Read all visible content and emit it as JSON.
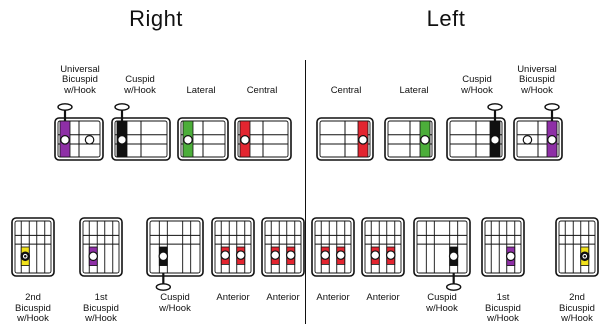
{
  "headings": {
    "right": "Right",
    "left": "Left"
  },
  "colors": {
    "purple": "#8e2fa6",
    "black": "#111111",
    "green": "#4cae3a",
    "red": "#e32530",
    "yellow": "#f1e11b",
    "outline": "#111111"
  },
  "upper_right": [
    {
      "label": "Universal\nBicuspid\nw/Hook",
      "color": "purple"
    },
    {
      "label": "Cuspid\nw/Hook",
      "color": "black"
    },
    {
      "label": "Lateral",
      "color": "green"
    },
    {
      "label": "Central",
      "color": "red"
    }
  ],
  "upper_left": [
    {
      "label": "Central",
      "color": "red"
    },
    {
      "label": "Lateral",
      "color": "green"
    },
    {
      "label": "Cuspid\nw/Hook",
      "color": "black"
    },
    {
      "label": "Universal\nBicuspid\nw/Hook",
      "color": "purple"
    }
  ],
  "lower_right": [
    {
      "label": "2nd\nBicuspid\nw/Hook",
      "color": "yellow"
    },
    {
      "label": "1st\nBicuspid\nw/Hook",
      "color": "purple"
    },
    {
      "label": "Cuspid\nw/Hook",
      "color": "black"
    },
    {
      "label": "Anterior",
      "color": "red"
    },
    {
      "label": "Anterior",
      "color": "red"
    }
  ],
  "lower_left": [
    {
      "label": "Anterior",
      "color": "red"
    },
    {
      "label": "Anterior",
      "color": "red"
    },
    {
      "label": "Cuspid\nw/Hook",
      "color": "black"
    },
    {
      "label": "1st\nBicuspid\nw/Hook",
      "color": "purple"
    },
    {
      "label": "2nd\nBicuspid\nw/Hook",
      "color": "yellow"
    }
  ]
}
